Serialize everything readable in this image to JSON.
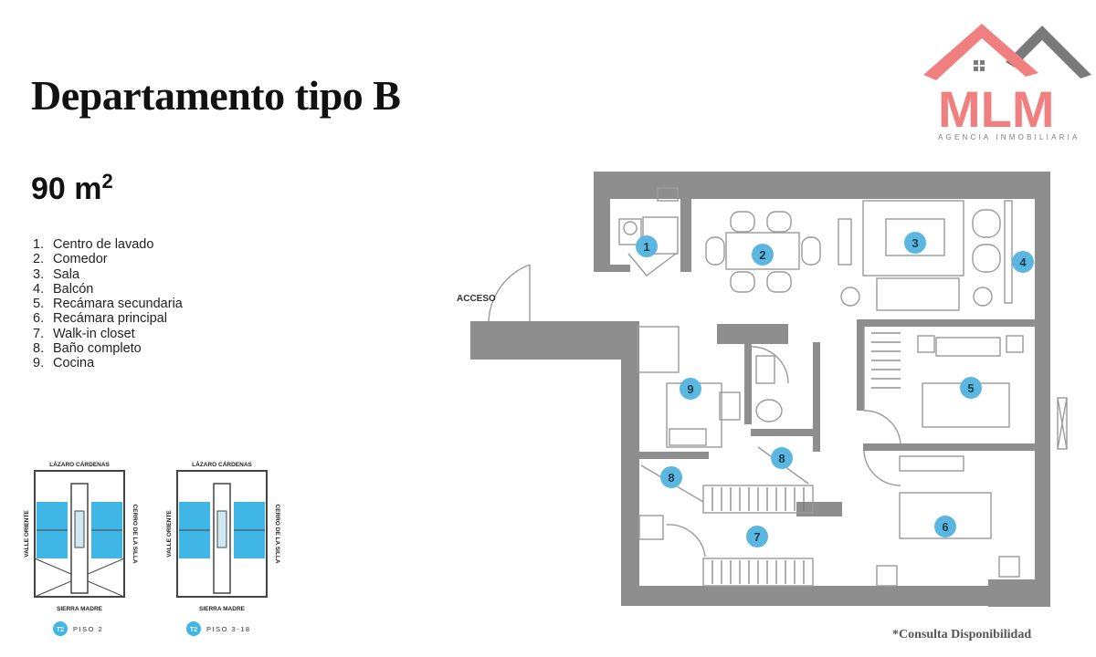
{
  "title": "Departamento tipo B",
  "area": {
    "value": "90 m",
    "unit_sup": "2"
  },
  "legend": [
    {
      "num": "1.",
      "label": "Centro de lavado"
    },
    {
      "num": "2.",
      "label": "Comedor"
    },
    {
      "num": "3.",
      "label": "Sala"
    },
    {
      "num": "4.",
      "label": "Balcón"
    },
    {
      "num": "5.",
      "label": "Recámara secundaria"
    },
    {
      "num": "6.",
      "label": "Recámara principal"
    },
    {
      "num": "7.",
      "label": "Walk-in closet"
    },
    {
      "num": "8.",
      "label": "Baño completo"
    },
    {
      "num": "9.",
      "label": "Cocina"
    }
  ],
  "logo": {
    "text": "MLM",
    "subtitle": "AGENCIA INMOBILIARIA",
    "colors": {
      "primary": "#f08080",
      "secondary": "#7a7a7a"
    }
  },
  "plan": {
    "access_label": "ACCESO",
    "markers": [
      "1",
      "2",
      "3",
      "4",
      "5",
      "6",
      "7",
      "8",
      "8",
      "9"
    ],
    "colors": {
      "wall": "#8e8e8e",
      "line": "#9a9a9a",
      "marker": "#5bb7e0",
      "marker_text": "#1d3a4a"
    }
  },
  "mini_plans": [
    {
      "top": "LÁZARO CÁRDENAS",
      "bottom": "SIERRA MADRE",
      "left": "VALLE ORIENTE",
      "right": "CERRO DE LA SILLA",
      "badge": "T2",
      "floor": "PISO 2"
    },
    {
      "top": "LÁZARO CÁRDENAS",
      "bottom": "SIERRA MADRE",
      "left": "VALLE ORIENTE",
      "right": "CERRO DE LA SILLA",
      "badge": "T2",
      "floor": "PISO 3-18"
    }
  ],
  "footnote": "*Consulta Disponibilidad"
}
